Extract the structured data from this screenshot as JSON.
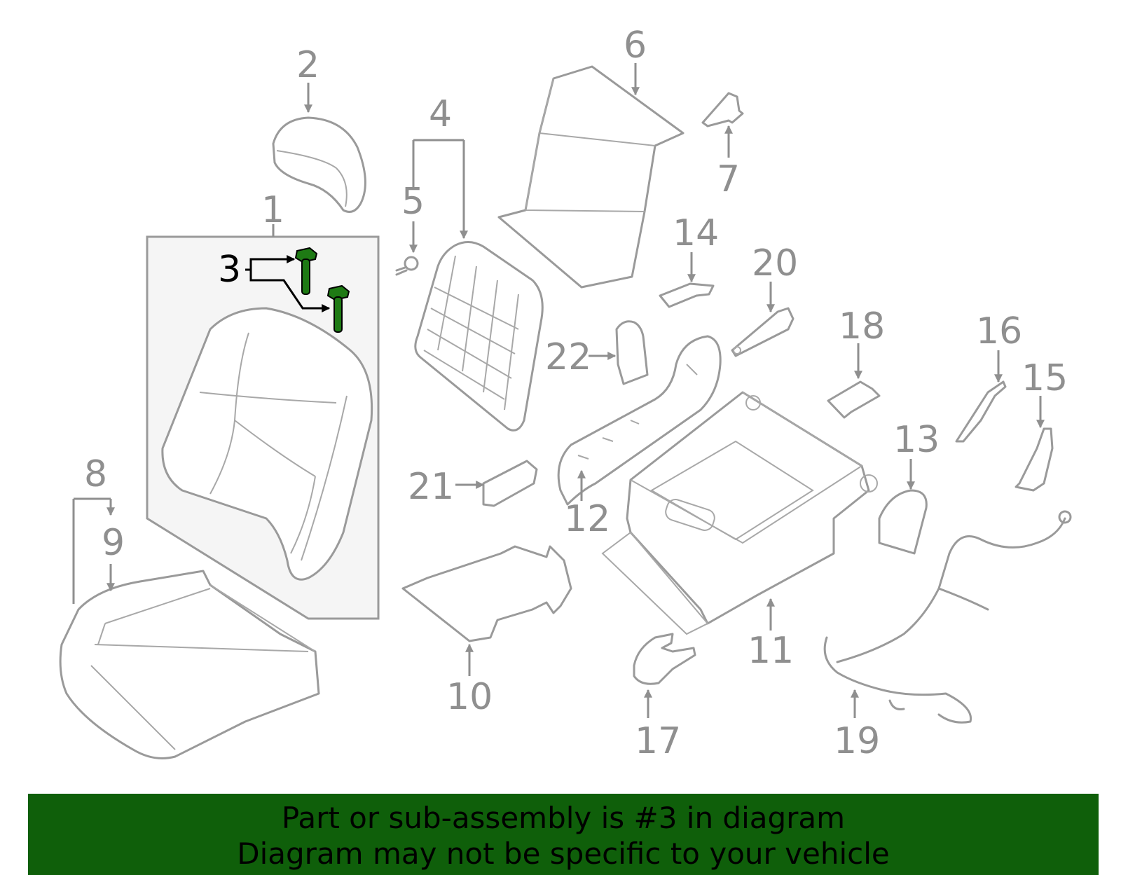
{
  "highlight_color": "#0f5f0a",
  "callouts": {
    "c1": "1",
    "c2": "2",
    "c3": "3",
    "c4": "4",
    "c5": "5",
    "c6": "6",
    "c7": "7",
    "c8": "8",
    "c9": "9",
    "c10": "10",
    "c11": "11",
    "c12": "12",
    "c13": "13",
    "c14": "14",
    "c15": "15",
    "c16": "16",
    "c17": "17",
    "c18": "18",
    "c19": "19",
    "c20": "20",
    "c21": "21",
    "c22": "22"
  },
  "banner": {
    "line1": "Part or sub-assembly is #3 in diagram",
    "line2": "Diagram may not be specific to your vehicle"
  }
}
